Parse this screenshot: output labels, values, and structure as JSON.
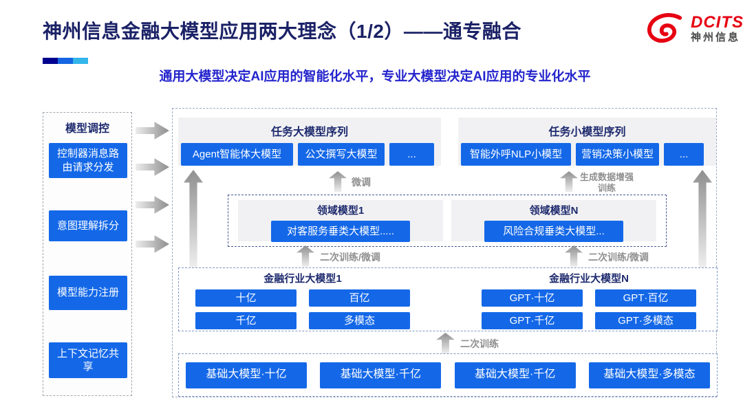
{
  "page": {
    "title": "神州信息金融大模型应用两大理念（1/2）——通专融合",
    "subtitle": "通用大模型决定AI应用的智能化水平，专业大模型决定AI应用的专业化水平"
  },
  "logo": {
    "brand": "DCITS",
    "brand_cn": "神州信息"
  },
  "colors": {
    "accent_blue": "#1468e8",
    "navy_text": "#1e2a6e",
    "title_navy": "#1a2166",
    "subtitle_blue": "#2424cd",
    "logo_red": "#e60012",
    "arrow_gray": "#8f8f8f",
    "strip": [
      "#00008f",
      "#1565e2",
      "#33b5ea"
    ]
  },
  "sidebar": {
    "header": "模型调控",
    "items": [
      "控制器消息路由请求分发",
      "意图理解拆分",
      "模型能力注册",
      "上下文记忆共享"
    ]
  },
  "diagram": {
    "task_large": {
      "header": "任务大模型序列",
      "items": [
        "Agent智能体大模型",
        "公文撰写大模型",
        "..."
      ]
    },
    "task_small": {
      "header": "任务小模型序列",
      "items": [
        "智能外呼NLP小模型",
        "营销决策小模型",
        "..."
      ]
    },
    "labels": {
      "finetune": "微调",
      "gen_data_training": "生成数据增强训练",
      "retrain_finetune": "二次训练/微调",
      "retrain": "二次训练"
    },
    "domain": {
      "left": {
        "header": "领域模型1",
        "item": "对客服务垂类大模型....."
      },
      "right": {
        "header": "领域模型N",
        "item": "风险合规垂类大模型..."
      }
    },
    "industry": {
      "left": {
        "header": "金融行业大模型1",
        "items": [
          "十亿",
          "百亿",
          "千亿",
          "多模态"
        ]
      },
      "right": {
        "header": "金融行业大模型N",
        "items": [
          "GPT·十亿",
          "GPT·百亿",
          "GPT·千亿",
          "GPT·多模态"
        ]
      }
    },
    "base": {
      "items": [
        "基础大模型·十亿",
        "基础大模型·千亿",
        "基础大模型·千亿",
        "基础大模型·多模态"
      ]
    }
  }
}
